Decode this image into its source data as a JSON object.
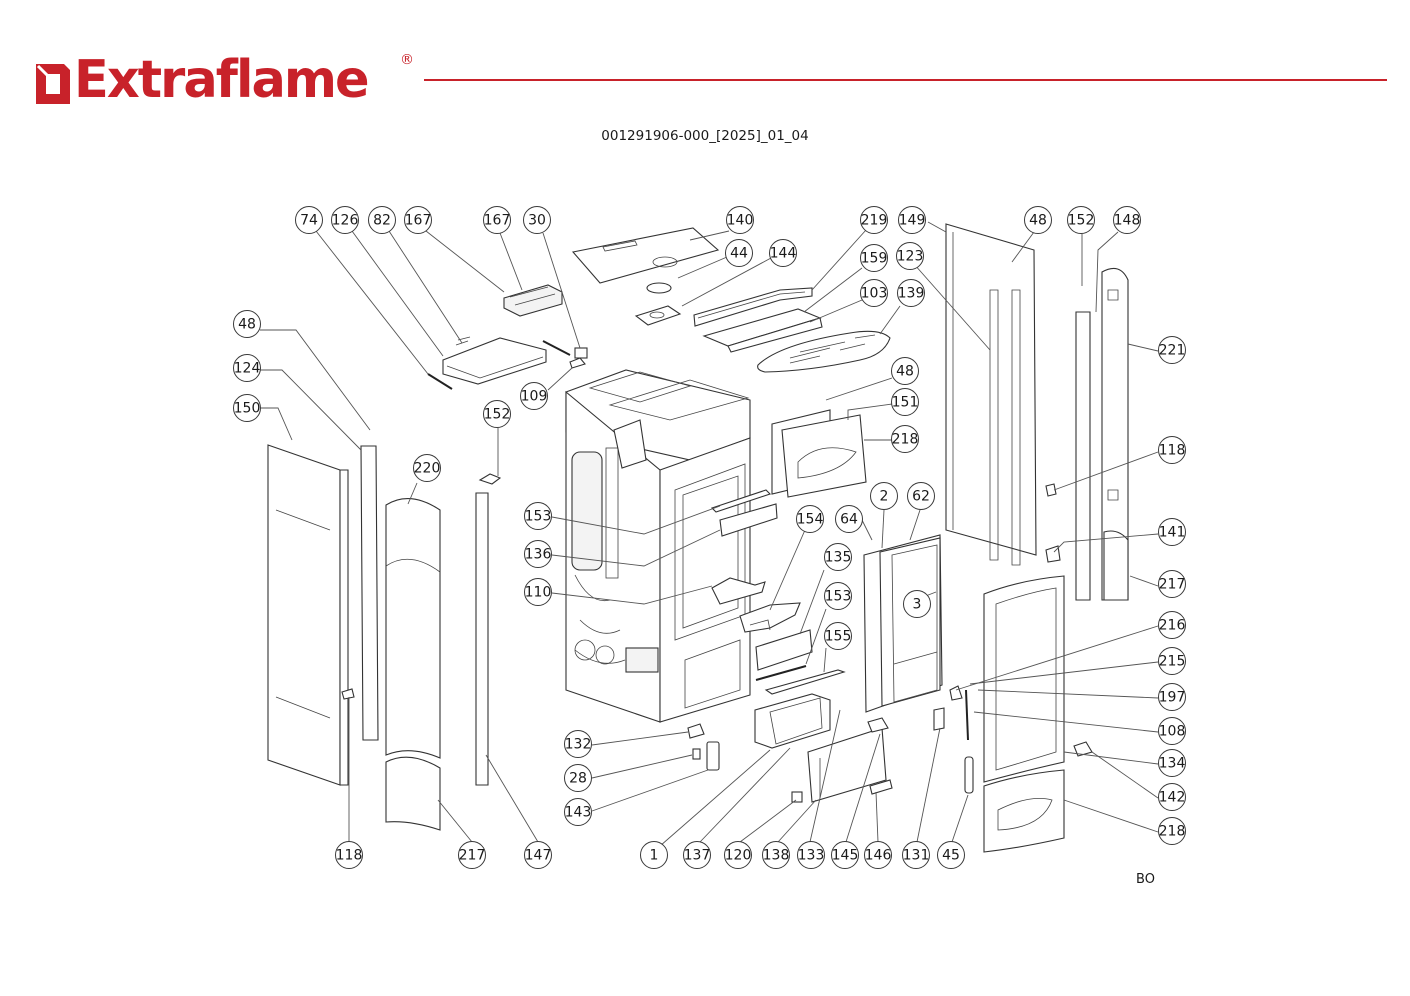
{
  "header": {
    "brand": "Extraflame",
    "registered_mark": "®",
    "brand_color": "#c8222a",
    "document_code": "001291906-000_[2025]_01_04"
  },
  "footer": {
    "variant_code": "BO"
  },
  "diagram": {
    "type": "exploded-parts-view",
    "callouts": [
      {
        "id": "c74",
        "label": "74"
      },
      {
        "id": "c126",
        "label": "126"
      },
      {
        "id": "c82",
        "label": "82"
      },
      {
        "id": "c167a",
        "label": "167"
      },
      {
        "id": "c167b",
        "label": "167"
      },
      {
        "id": "c30",
        "label": "30"
      },
      {
        "id": "c140",
        "label": "140"
      },
      {
        "id": "c44",
        "label": "44"
      },
      {
        "id": "c144",
        "label": "144"
      },
      {
        "id": "c219",
        "label": "219"
      },
      {
        "id": "c149",
        "label": "149"
      },
      {
        "id": "c48a",
        "label": "48"
      },
      {
        "id": "c152a",
        "label": "152"
      },
      {
        "id": "c148",
        "label": "148"
      },
      {
        "id": "c159",
        "label": "159"
      },
      {
        "id": "c123",
        "label": "123"
      },
      {
        "id": "c103",
        "label": "103"
      },
      {
        "id": "c139",
        "label": "139"
      },
      {
        "id": "c221",
        "label": "221"
      },
      {
        "id": "c48b",
        "label": "48"
      },
      {
        "id": "c124",
        "label": "124"
      },
      {
        "id": "c150",
        "label": "150"
      },
      {
        "id": "c109",
        "label": "109"
      },
      {
        "id": "c152b",
        "label": "152"
      },
      {
        "id": "c48c",
        "label": "48"
      },
      {
        "id": "c151",
        "label": "151"
      },
      {
        "id": "c218a",
        "label": "218"
      },
      {
        "id": "c118a",
        "label": "118"
      },
      {
        "id": "c220",
        "label": "220"
      },
      {
        "id": "c2",
        "label": "2"
      },
      {
        "id": "c62",
        "label": "62"
      },
      {
        "id": "c153a",
        "label": "153"
      },
      {
        "id": "c154",
        "label": "154"
      },
      {
        "id": "c64",
        "label": "64"
      },
      {
        "id": "c141",
        "label": "141"
      },
      {
        "id": "c136",
        "label": "136"
      },
      {
        "id": "c135",
        "label": "135"
      },
      {
        "id": "c217a",
        "label": "217"
      },
      {
        "id": "c110",
        "label": "110"
      },
      {
        "id": "c153b",
        "label": "153"
      },
      {
        "id": "c3",
        "label": "3"
      },
      {
        "id": "c216",
        "label": "216"
      },
      {
        "id": "c155",
        "label": "155"
      },
      {
        "id": "c215",
        "label": "215"
      },
      {
        "id": "c197",
        "label": "197"
      },
      {
        "id": "c108",
        "label": "108"
      },
      {
        "id": "c132",
        "label": "132"
      },
      {
        "id": "c134",
        "label": "134"
      },
      {
        "id": "c28",
        "label": "28"
      },
      {
        "id": "c142",
        "label": "142"
      },
      {
        "id": "c143",
        "label": "143"
      },
      {
        "id": "c218b",
        "label": "218"
      },
      {
        "id": "c118b",
        "label": "118"
      },
      {
        "id": "c217b",
        "label": "217"
      },
      {
        "id": "c147",
        "label": "147"
      },
      {
        "id": "c1",
        "label": "1"
      },
      {
        "id": "c137",
        "label": "137"
      },
      {
        "id": "c120",
        "label": "120"
      },
      {
        "id": "c138",
        "label": "138"
      },
      {
        "id": "c133",
        "label": "133"
      },
      {
        "id": "c145",
        "label": "145"
      },
      {
        "id": "c146",
        "label": "146"
      },
      {
        "id": "c131",
        "label": "131"
      },
      {
        "id": "c45",
        "label": "45"
      }
    ]
  }
}
